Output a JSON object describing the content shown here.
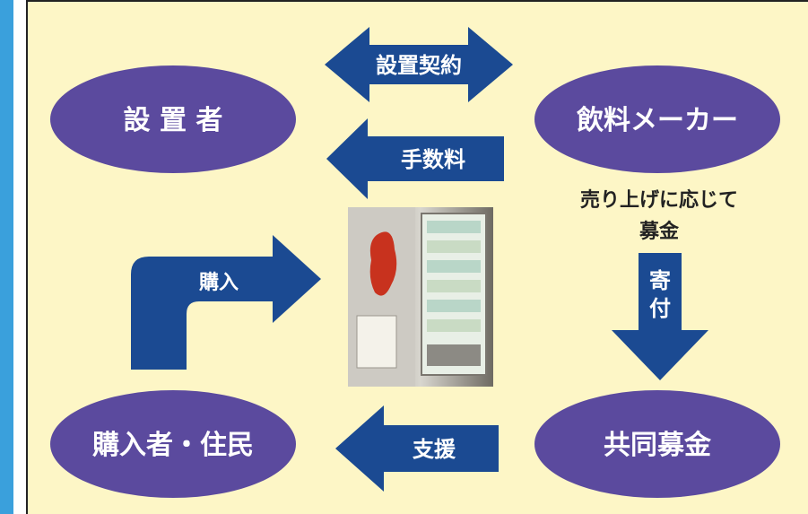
{
  "colors": {
    "panel_bg": "#fdf6c6",
    "ellipse": "#5b4a9e",
    "arrow": "#1b4a92",
    "stripe": "#3aa0dc"
  },
  "nodes": {
    "installer": "設 置 者",
    "maker": "飲料メーカー",
    "buyer": "購入者・住民",
    "fund": "共同募金"
  },
  "arrows": {
    "contract": "設置契約",
    "fee": "手数料",
    "purchase": "購入",
    "donate_char1": "寄",
    "donate_char2": "付",
    "support": "支援"
  },
  "note": {
    "line1": "売り上げに応じて",
    "line2": "募金"
  },
  "photo": {
    "icon": "vending-machine-photo"
  }
}
